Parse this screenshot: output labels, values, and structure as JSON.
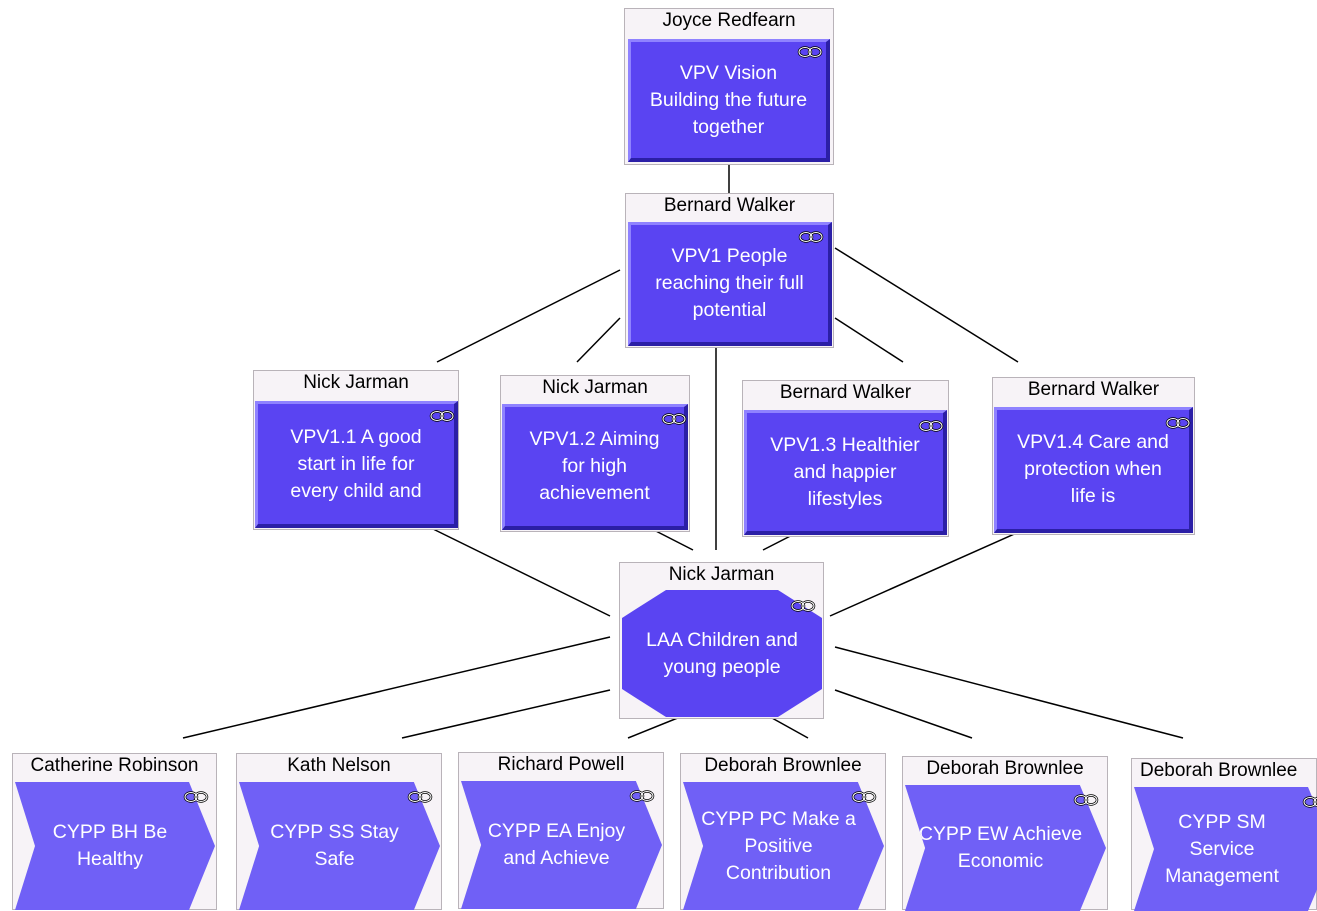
{
  "nodes": {
    "vision": {
      "owner": "Joyce Redfearn",
      "text": "VPV Vision Building the future together"
    },
    "vpv1": {
      "owner": "Bernard Walker",
      "text": "VPV1 People reaching their full potential"
    },
    "vpv1_1": {
      "owner": "Nick Jarman",
      "text": "VPV1.1 A good start in life for every child and"
    },
    "vpv1_2": {
      "owner": "Nick Jarman",
      "text": "VPV1.2 Aiming for high achievement"
    },
    "vpv1_3": {
      "owner": "Bernard Walker",
      "text": "VPV1.3 Healthier and happier lifestyles"
    },
    "vpv1_4": {
      "owner": "Bernard Walker",
      "text": "VPV1.4 Care and protection when life is"
    },
    "laa": {
      "owner": "Nick Jarman",
      "text": "LAA Children and young people"
    },
    "bh": {
      "owner": "Catherine Robinson",
      "text": "CYPP BH Be Healthy"
    },
    "ss": {
      "owner": "Kath Nelson",
      "text": "CYPP SS Stay Safe"
    },
    "ea": {
      "owner": "Richard Powell",
      "text": "CYPP EA Enjoy and Achieve"
    },
    "pc": {
      "owner": "Deborah Brownlee",
      "text": "CYPP PC Make a Positive Contribution"
    },
    "ew": {
      "owner": "Deborah Brownlee",
      "text": "CYPP EW Achieve Economic"
    },
    "sm": {
      "owner": "Deborah Brownlee",
      "text": "CYPP SM Service Management"
    }
  },
  "icons": {
    "link": "link-chain-icon"
  },
  "colors": {
    "card": "#5a44f2",
    "chevron": "#7060f6",
    "owner_bg": "#f7f3f7"
  }
}
